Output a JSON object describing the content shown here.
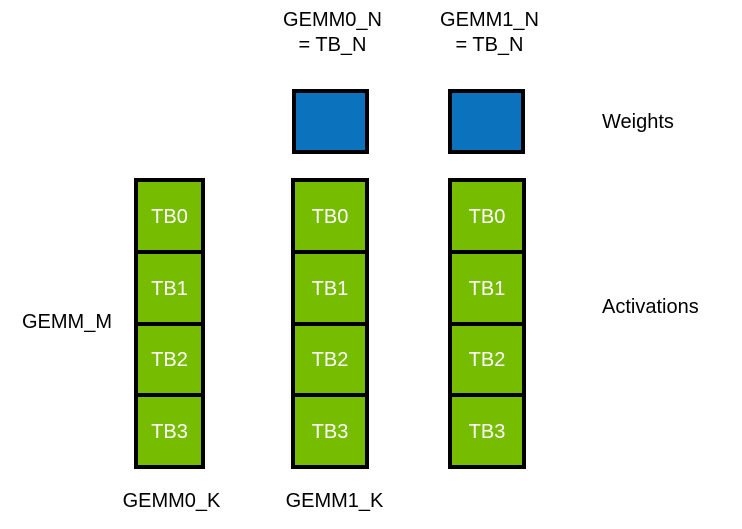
{
  "diagram": {
    "title_labels": {
      "gemm0_n": "GEMM0_N\n= TB_N",
      "gemm1_n": "GEMM1_N\n= TB_N"
    },
    "side_labels": {
      "weights": "Weights",
      "activations": "Activations"
    },
    "axis_labels": {
      "gemm_m": "GEMM_M",
      "gemm0_k": "GEMM0_K",
      "gemm1_k": "GEMM1_K"
    },
    "colors": {
      "weights_fill": "#0b72bd",
      "activations_fill": "#76bc00",
      "border": "#000000",
      "cell_text": "#ffffff",
      "label_text": "#000000",
      "background": "#ffffff"
    },
    "weight_blocks": [
      {
        "name": "gemm0-weights",
        "label": ""
      },
      {
        "name": "gemm1-weights",
        "label": ""
      }
    ],
    "activation_columns": [
      {
        "name": "activations-column-0",
        "cells": [
          "TB0",
          "TB1",
          "TB2",
          "TB3"
        ]
      },
      {
        "name": "activations-column-1",
        "cells": [
          "TB0",
          "TB1",
          "TB2",
          "TB3"
        ]
      },
      {
        "name": "activations-column-2",
        "cells": [
          "TB0",
          "TB1",
          "TB2",
          "TB3"
        ]
      }
    ]
  }
}
